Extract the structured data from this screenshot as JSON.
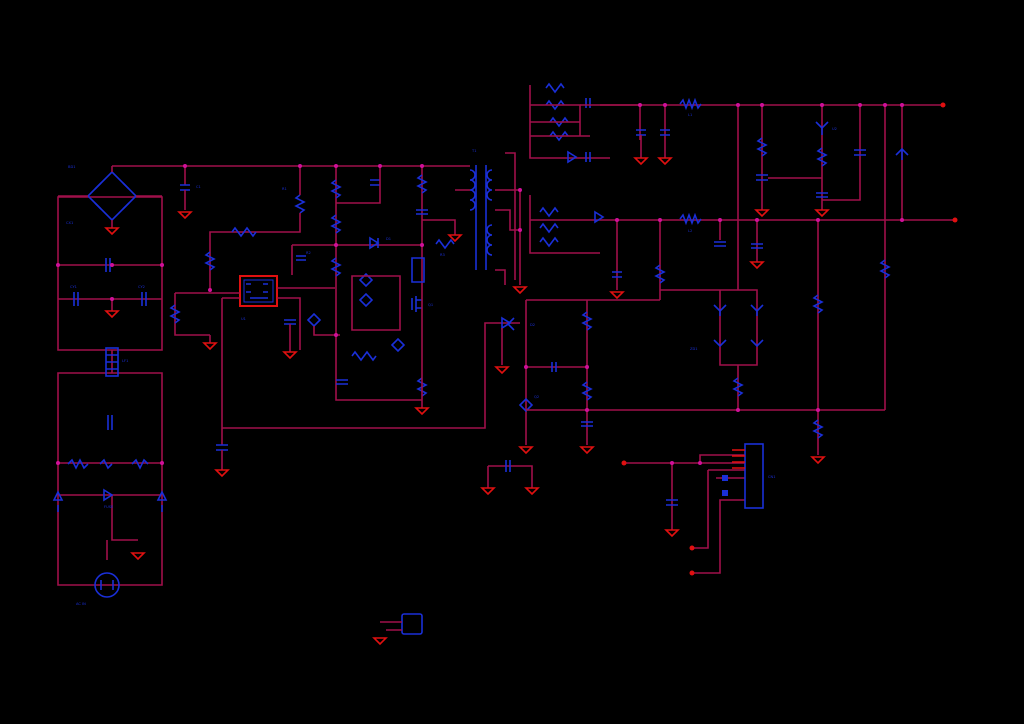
{
  "schematic": {
    "background": "#000000",
    "colors": {
      "wire": "#a0104a",
      "component": "#1a2fd8",
      "ground": "#e01010",
      "junction": "#d0109a"
    },
    "labels": {
      "f1": "FUSE",
      "bd1": "BD1",
      "cx1": "CX1",
      "lf1": "LF1",
      "cy1": "CY1",
      "cy2": "CY2",
      "c1": "C1",
      "r1": "R1",
      "r2": "R2",
      "r3": "R3",
      "u1": "U1",
      "t1": "T1",
      "d1": "D1",
      "d2": "D2",
      "q1": "Q1",
      "q2": "Q2",
      "l1": "L1",
      "l2": "L2",
      "cn1": "CN1",
      "u2": "U2",
      "zd1": "ZD1",
      "ac": "AC IN"
    }
  }
}
